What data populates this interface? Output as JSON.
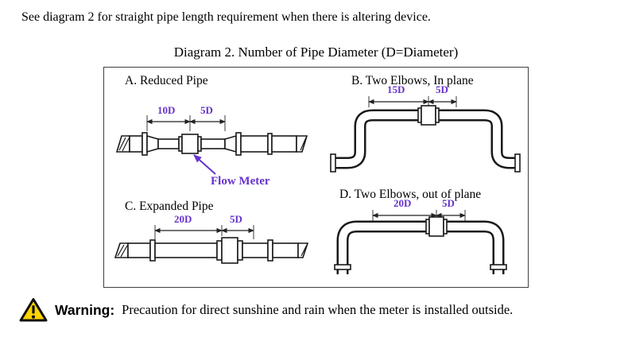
{
  "page": {
    "intro": "See diagram 2 for straight pipe length requirement when there is altering device.",
    "diagram_title": "Diagram 2. Number of Pipe Diameter (D=Diameter)"
  },
  "diagram": {
    "panel_a": {
      "label": "A. Reduced Pipe",
      "dim_upstream": "10D",
      "dim_downstream": "5D",
      "callout": "Flow Meter"
    },
    "panel_b": {
      "label": "B. Two Elbows, In plane",
      "dim_upstream": "15D",
      "dim_downstream": "5D"
    },
    "panel_c": {
      "label": "C. Expanded Pipe",
      "dim_upstream": "20D",
      "dim_downstream": "5D"
    },
    "panel_d": {
      "label": "D. Two Elbows, out of plane",
      "dim_upstream": "20D",
      "dim_downstream": "5D"
    }
  },
  "warning": {
    "label": "Warning:",
    "text": "Precaution for direct sunshine and rain when the meter is installed outside."
  },
  "colors": {
    "dimension_label": "#6633cc",
    "callout": "#6633cc",
    "warning_triangle": "#ffd400"
  }
}
